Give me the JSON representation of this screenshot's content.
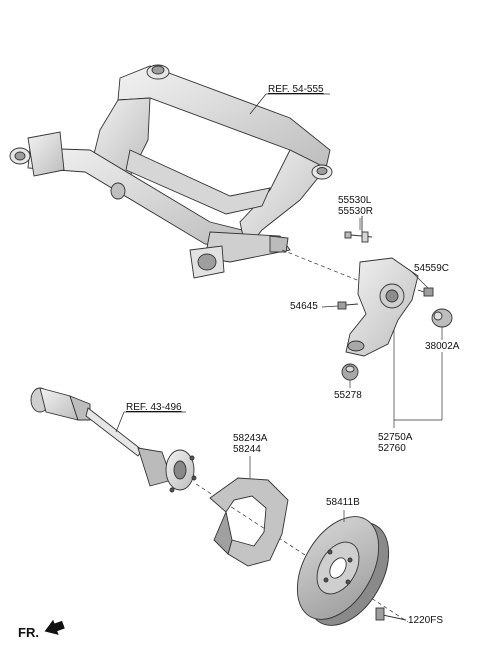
{
  "labels": {
    "ref_subframe": "REF. 54-555",
    "ref_shaft": "REF. 43-496",
    "part_55530L": "55530L",
    "part_55530R": "55530R",
    "part_54559C": "54559C",
    "part_54645": "54645",
    "part_38002A": "38002A",
    "part_55278": "55278",
    "part_52750A": "52750A",
    "part_52760": "52760",
    "part_58243A": "58243A",
    "part_58244": "58244",
    "part_58411B": "58411B",
    "part_1220FS": "1220FS",
    "fr": "FR."
  }
}
